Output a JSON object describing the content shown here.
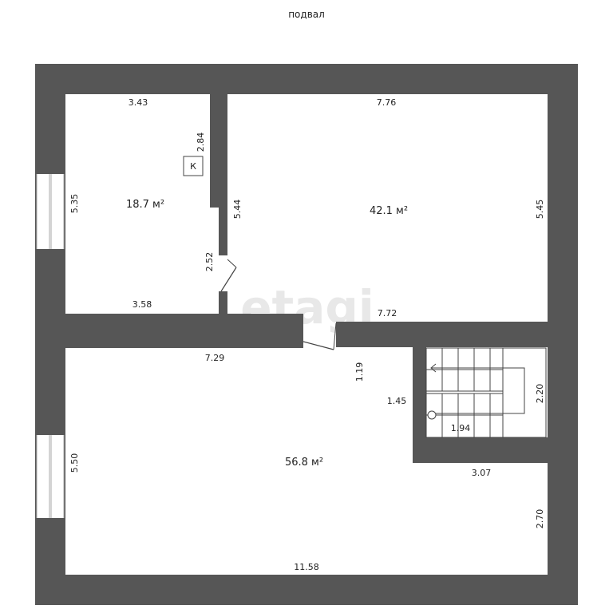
{
  "title": "подвал",
  "watermark": "etagi",
  "rooms": [
    {
      "id": "room-1",
      "area": "18.7 м²"
    },
    {
      "id": "room-2",
      "area": "42.1 м²"
    },
    {
      "id": "room-3",
      "area": "56.8 м²"
    }
  ],
  "dimensions": {
    "d_3_43": "3.43",
    "d_2_84": "2.84",
    "d_5_35": "5.35",
    "d_2_52": "2.52",
    "d_3_58": "3.58",
    "d_7_76": "7.76",
    "d_5_44": "5.44",
    "d_5_45": "5.45",
    "d_7_72": "7.72",
    "d_7_29": "7.29",
    "d_1_19": "1.19",
    "d_1_45": "1.45",
    "d_1_94": "1.94",
    "d_2_20": "2.20",
    "d_5_50": "5.50",
    "d_3_07": "3.07",
    "d_2_70": "2.70",
    "d_11_58": "11.58"
  },
  "marker": "К",
  "colors": {
    "wall": "#565656",
    "background": "#ffffff"
  }
}
